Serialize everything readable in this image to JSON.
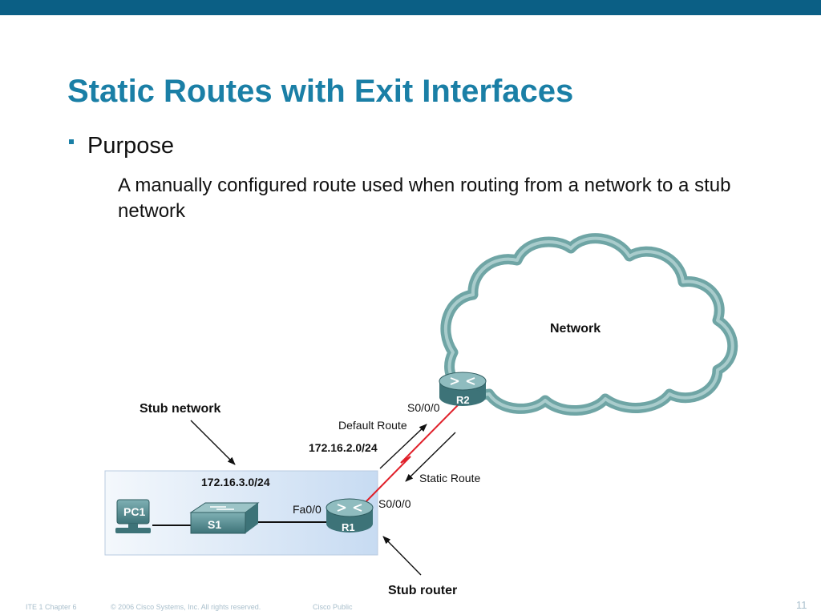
{
  "slide": {
    "title": "Static Routes with Exit Interfaces",
    "bullet": "Purpose",
    "body": "A manually configured route used when routing from a network to a stub network"
  },
  "diagram": {
    "network_label": "Network",
    "stub_network_label": "Stub network",
    "stub_router_label": "Stub router",
    "lan_subnet": "172.16.3.0/24",
    "wan_subnet": "172.16.2.0/24",
    "r2_interface": "S0/0/0",
    "r1_serial_interface": "S0/0/0",
    "r1_fast_interface": "Fa0/0",
    "default_route_label": "Default Route",
    "static_route_label": "Static Route",
    "pc_label": "PC1",
    "switch_label": "S1",
    "router1_label": "R1",
    "router2_label": "R2"
  },
  "footer": {
    "chapter": "ITE 1 Chapter 6",
    "copyright": "© 2006 Cisco Systems, Inc. All rights reserved.",
    "classification": "Cisco Public",
    "page": "11"
  },
  "colors": {
    "top_bar": "#0b5f85",
    "title": "#1a7fa6",
    "serial_link": "#e0202a",
    "cloud_border": "#6fa5a5",
    "device": "#4f8a8f"
  }
}
